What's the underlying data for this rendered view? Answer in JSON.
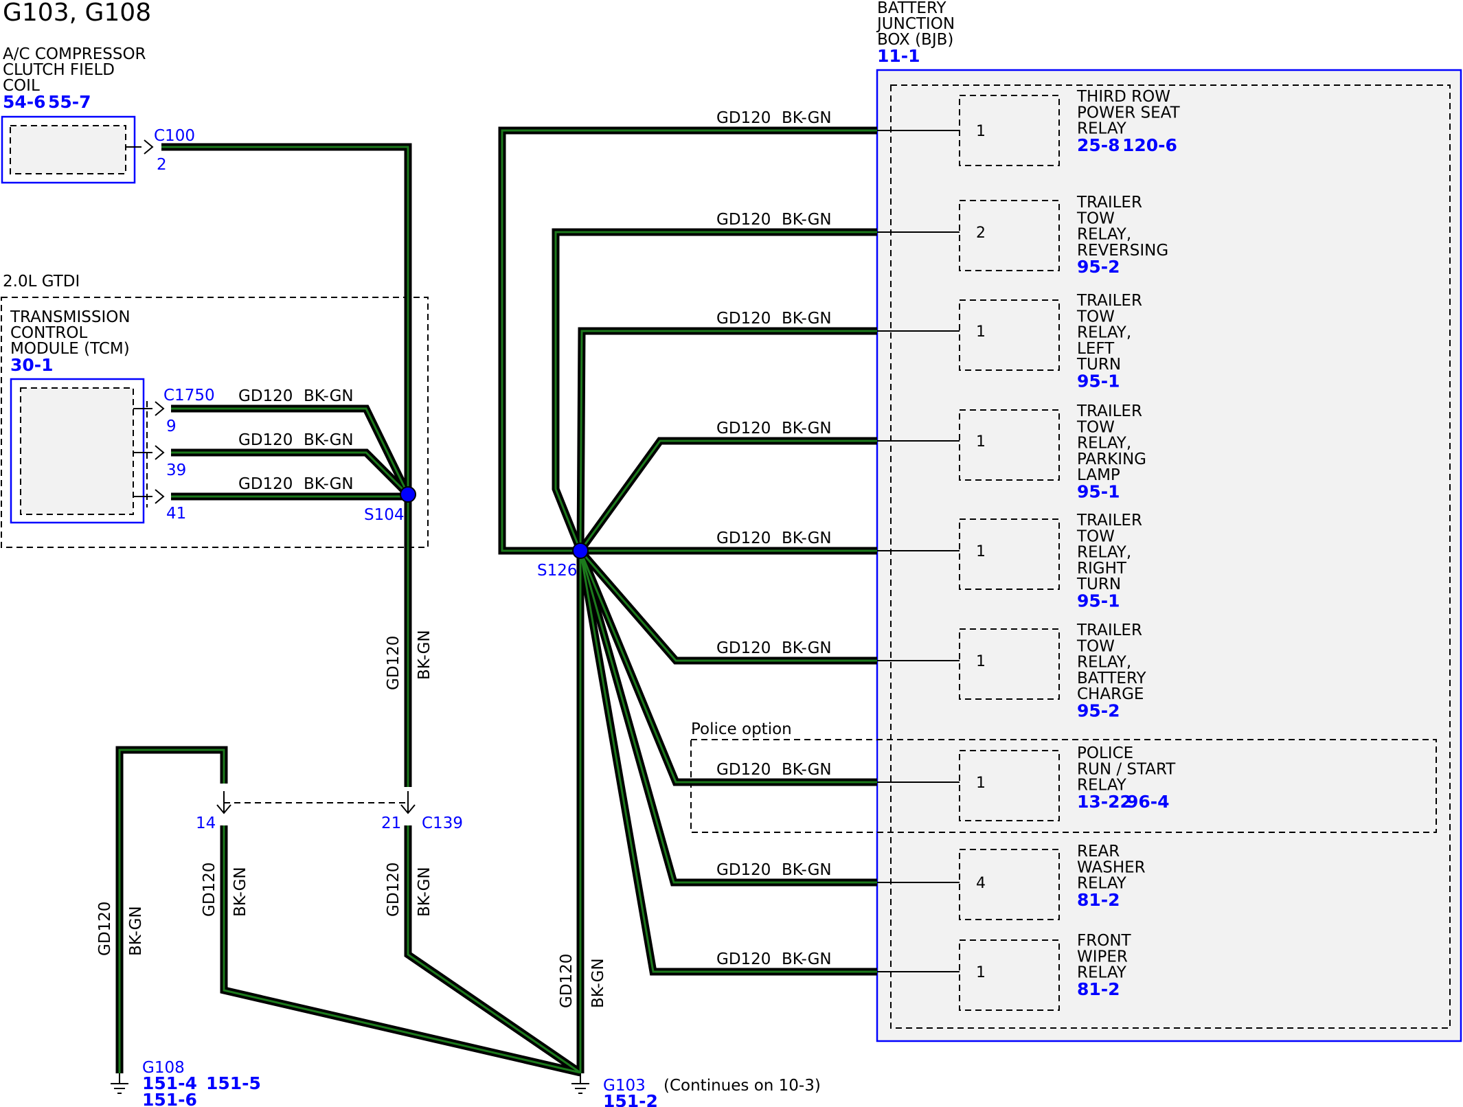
{
  "title": "G103, G108",
  "ac_compressor": {
    "label_lines": [
      "A/C COMPRESSOR",
      "CLUTCH FIELD",
      "COIL"
    ],
    "refs": [
      "54-6",
      "55-7"
    ],
    "connector": "C100",
    "pin": "2"
  },
  "tcm": {
    "variant": "2.0L GTDI",
    "label_lines": [
      "TRANSMISSION",
      "CONTROL",
      "MODULE (TCM)"
    ],
    "ref": "30-1",
    "connector": "C1750",
    "pins": [
      "9",
      "39",
      "41"
    ]
  },
  "bjb": {
    "label_lines": [
      "BATTERY",
      "JUNCTION",
      "BOX (BJB)"
    ],
    "ref": "11-1"
  },
  "wire": {
    "circuit": "GD120",
    "color": "BK-GN"
  },
  "splices": {
    "s104": "S104",
    "s126": "S126"
  },
  "connector_c139": {
    "name": "C139",
    "pin_left": "14",
    "pin_right": "21"
  },
  "police_option": "Police option",
  "relays": [
    {
      "pin": "1",
      "label_lines": [
        "THIRD ROW",
        "POWER SEAT",
        "RELAY"
      ],
      "refs": [
        "25-8",
        "120-6"
      ]
    },
    {
      "pin": "2",
      "label_lines": [
        "TRAILER",
        "TOW",
        "RELAY,",
        "REVERSING"
      ],
      "refs": [
        "95-2"
      ]
    },
    {
      "pin": "1",
      "label_lines": [
        "TRAILER",
        "TOW",
        "RELAY,",
        "LEFT",
        "TURN"
      ],
      "refs": [
        "95-1"
      ]
    },
    {
      "pin": "1",
      "label_lines": [
        "TRAILER",
        "TOW",
        "RELAY,",
        "PARKING",
        "LAMP"
      ],
      "refs": [
        "95-1"
      ]
    },
    {
      "pin": "1",
      "label_lines": [
        "TRAILER",
        "TOW",
        "RELAY,",
        "RIGHT",
        "TURN"
      ],
      "refs": [
        "95-1"
      ]
    },
    {
      "pin": "1",
      "label_lines": [
        "TRAILER",
        "TOW",
        "RELAY,",
        "BATTERY",
        "CHARGE"
      ],
      "refs": [
        "95-2"
      ]
    },
    {
      "pin": "1",
      "label_lines": [
        "POLICE",
        "RUN / START",
        "RELAY"
      ],
      "refs": [
        "13-22",
        "96-4"
      ]
    },
    {
      "pin": "4",
      "label_lines": [
        "REAR",
        "WASHER",
        "RELAY"
      ],
      "refs": [
        "81-2"
      ]
    },
    {
      "pin": "1",
      "label_lines": [
        "FRONT",
        "WIPER",
        "RELAY"
      ],
      "refs": [
        "81-2"
      ]
    }
  ],
  "ground_g108": {
    "name": "G108",
    "refs": [
      "151-4",
      "151-5",
      "151-6"
    ]
  },
  "ground_g103": {
    "name": "G103",
    "refs": [
      "151-2"
    ],
    "note": "(Continues on 10-3)"
  },
  "colors": {
    "reference_blue": "#0000ff",
    "wire_green": "#1c7a1c",
    "box_fill": "#f2f2f2"
  }
}
